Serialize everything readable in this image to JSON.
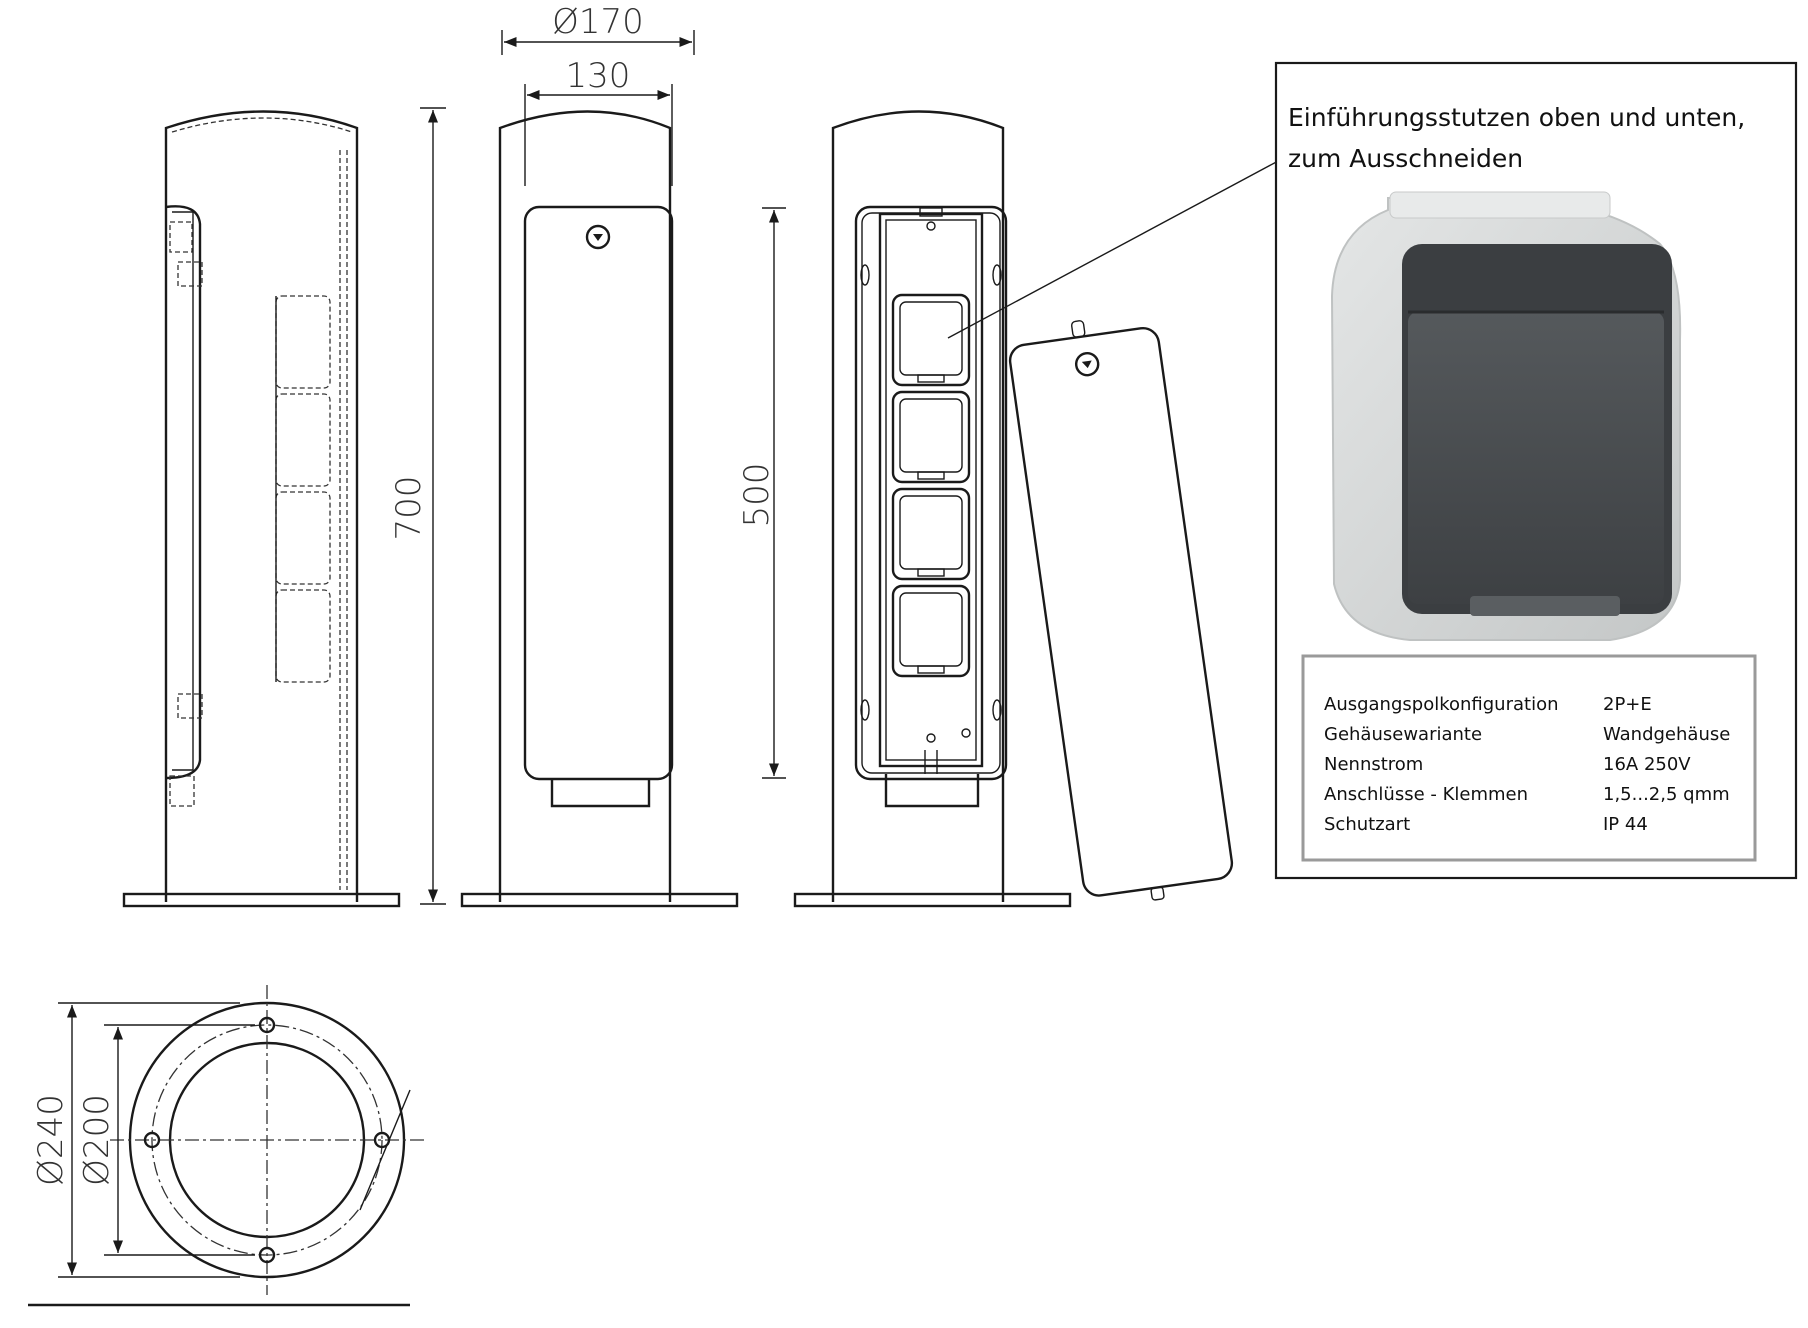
{
  "dimensions": {
    "outer_diameter": "Ø170",
    "inner_width": "130",
    "height_total": "700",
    "height_panel": "500",
    "base_outer": "Ø240",
    "base_bolt": "Ø200"
  },
  "callout": {
    "line1": "Einführungsstutzen oben und unten,",
    "line2": "zum Ausschneiden"
  },
  "specs": {
    "rows": [
      {
        "label": "Ausgangspolkonfiguration",
        "value": "2P+E"
      },
      {
        "label": "Gehäusewariante",
        "value": "Wandgehäuse"
      },
      {
        "label": "Nennstrom",
        "value": "16A 250V"
      },
      {
        "label": "Anschlüsse - Klemmen",
        "value": "1,5...2,5 qmm"
      },
      {
        "label": "Schutzart",
        "value": "IP 44"
      }
    ]
  },
  "colors": {
    "socket_body": "#d6d8d8",
    "socket_cover": "#4a4d50",
    "line": "#1a1a1a"
  }
}
